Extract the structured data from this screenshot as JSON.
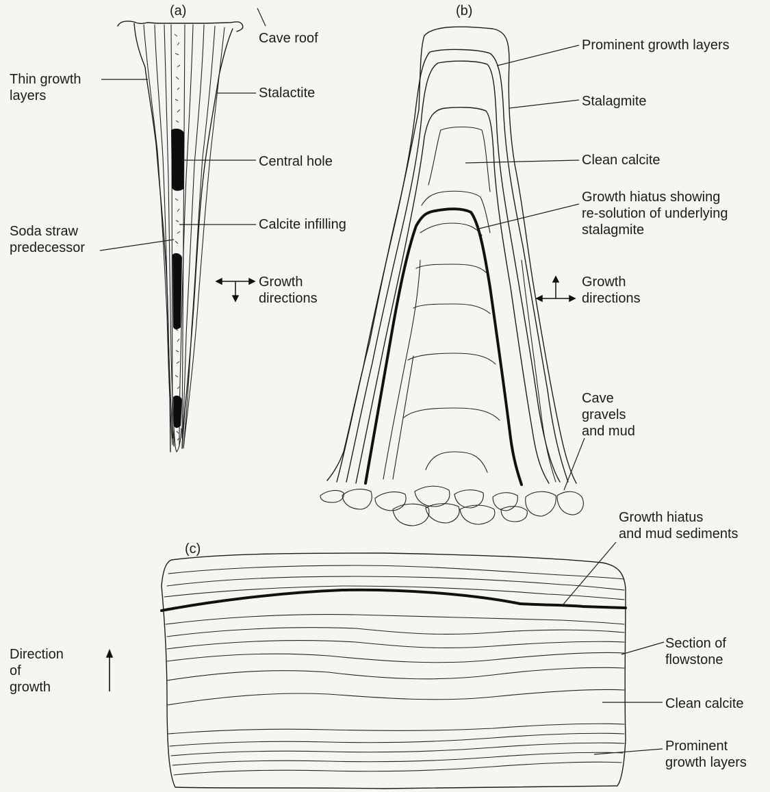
{
  "panel_a": {
    "letter": "(a)",
    "labels": {
      "cave_roof": "Cave roof",
      "thin_growth_1": "Thin growth",
      "thin_growth_2": "layers",
      "stalactite": "Stalactite",
      "central_hole": "Central hole",
      "soda_straw_1": "Soda straw",
      "soda_straw_2": "predecessor",
      "calcite_infilling": "Calcite infilling",
      "growth_dir_1": "Growth",
      "growth_dir_2": "directions"
    }
  },
  "panel_b": {
    "letter": "(b)",
    "labels": {
      "prominent_layers": "Prominent growth layers",
      "stalagmite": "Stalagmite",
      "clean_calcite": "Clean calcite",
      "hiatus_1": "Growth hiatus showing",
      "hiatus_2": "re-solution of underlying",
      "hiatus_3": "stalagmite",
      "growth_dir_1": "Growth",
      "growth_dir_2": "directions",
      "gravels_1": "Cave",
      "gravels_2": "gravels",
      "gravels_3": "and mud"
    }
  },
  "panel_c": {
    "letter": "(c)",
    "labels": {
      "hiatus_mud_1": "Growth hiatus",
      "hiatus_mud_2": "and mud sediments",
      "direction_1": "Direction",
      "direction_2": "of",
      "direction_3": "growth",
      "section_1": "Section of",
      "section_2": "flowstone",
      "clean_calcite": "Clean calcite",
      "prominent_1": "Prominent",
      "prominent_2": "growth layers"
    }
  }
}
